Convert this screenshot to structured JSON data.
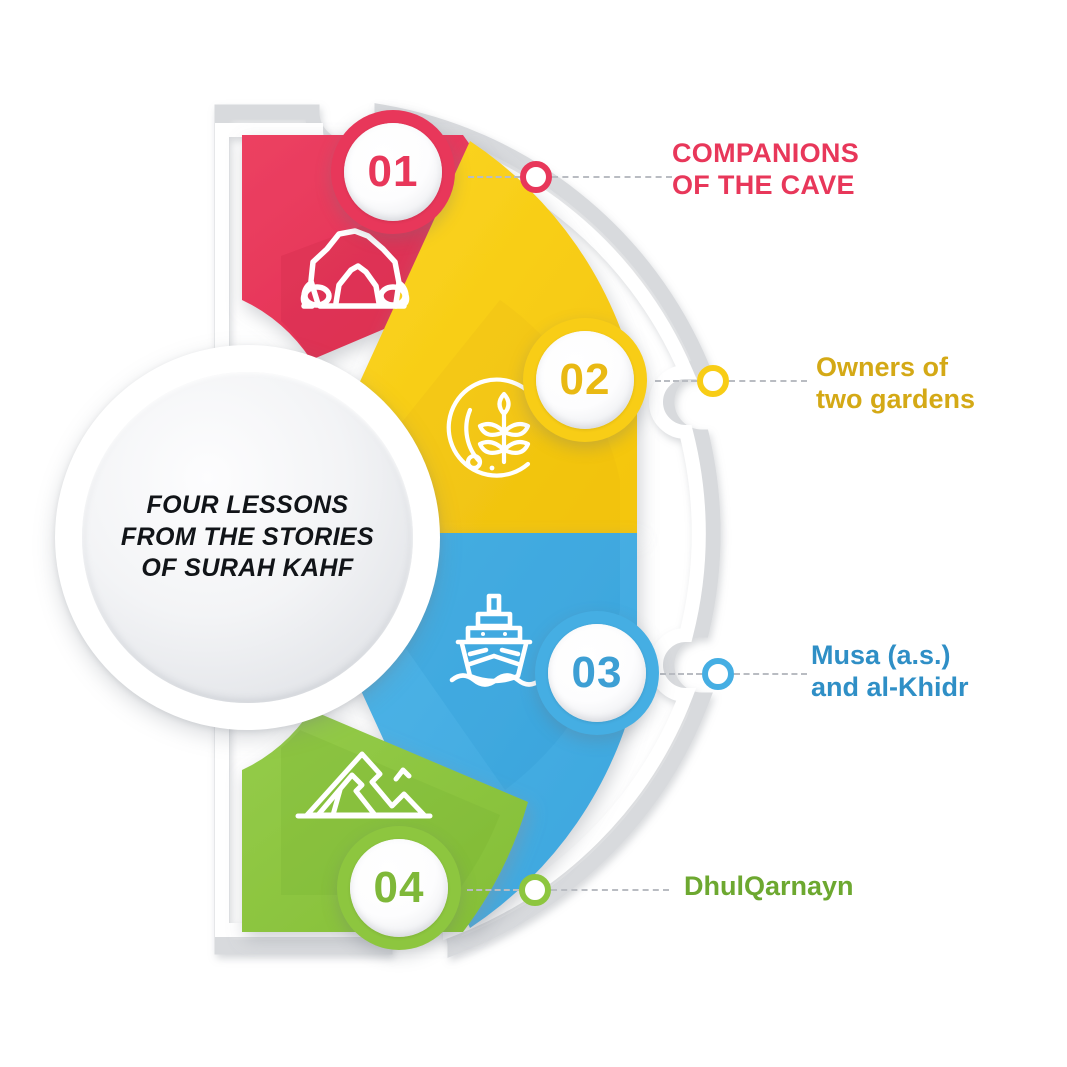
{
  "center": {
    "title": "FOUR LESSONS\nFROM THE STORIES\nOF SURAH KAHF"
  },
  "segments": [
    {
      "number": "01",
      "label": "COMPANIONS\nOF THE CAVE",
      "color": "#E8375A",
      "icon": "cave-icon"
    },
    {
      "number": "02",
      "label": "Owners of\ntwo gardens",
      "color": "#F8CD16",
      "icon": "wheat-plant-icon"
    },
    {
      "number": "03",
      "label": "Musa (a.s.)\nand al-Khidr",
      "color": "#45AEE3",
      "icon": "ship-icon"
    },
    {
      "number": "04",
      "label": "DhulQarnayn",
      "color": "#8DC63F",
      "icon": "mountains-icon"
    }
  ],
  "palette": {
    "red": "#E8375A",
    "red_dark": "#CE2B4D",
    "yellow": "#F8CD16",
    "yellow_dark": "#EBB90F",
    "blue": "#45AEE3",
    "blue_dark": "#2F9AD3",
    "green": "#8DC63F",
    "green_dark": "#78B032",
    "frame": "#D8DADD",
    "dash": "#b9bcc2",
    "label_yellow": "#D4A916",
    "label_blue": "#2F8FC6",
    "label_green": "#6DA830",
    "title_text": "#111418"
  }
}
